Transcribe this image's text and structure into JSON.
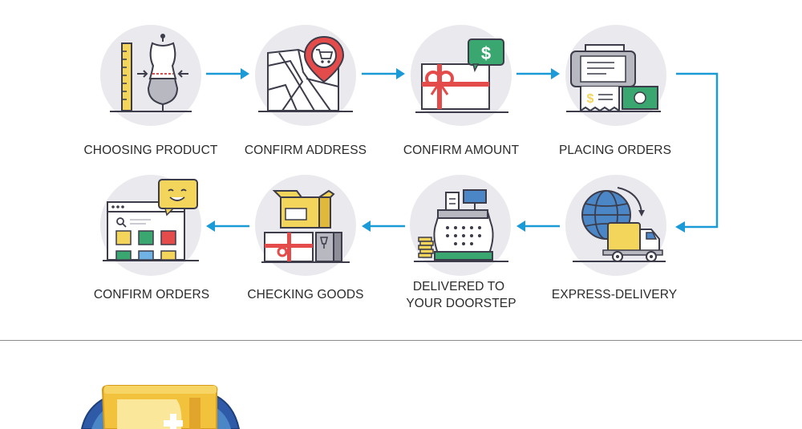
{
  "steps": [
    {
      "label": "CHOOSING PRODUCT",
      "icon": "dress-form-icon"
    },
    {
      "label": "CONFIRM ADDRESS",
      "icon": "map-pin-cart-icon"
    },
    {
      "label": "CONFIRM AMOUNT",
      "icon": "gift-card-dollar-icon"
    },
    {
      "label": "PLACING ORDERS",
      "icon": "phone-payment-icon"
    },
    {
      "label": "EXPRESS-DELIVERY",
      "icon": "globe-truck-icon"
    },
    {
      "label": "DELIVERED TO",
      "label2": "YOUR DOORSTEP",
      "icon": "cash-register-icon"
    },
    {
      "label": "CHECKING GOODS",
      "icon": "boxes-icon"
    },
    {
      "label": "CONFIRM ORDERS",
      "icon": "browser-chat-icon"
    }
  ],
  "colors": {
    "arrow": "#1a9ad6",
    "circle": "#e9e9ee",
    "stroke": "#3c3c4a",
    "yellow": "#f3d55b",
    "red": "#e44b4b",
    "green": "#3aa670",
    "blue": "#4b86c6"
  }
}
